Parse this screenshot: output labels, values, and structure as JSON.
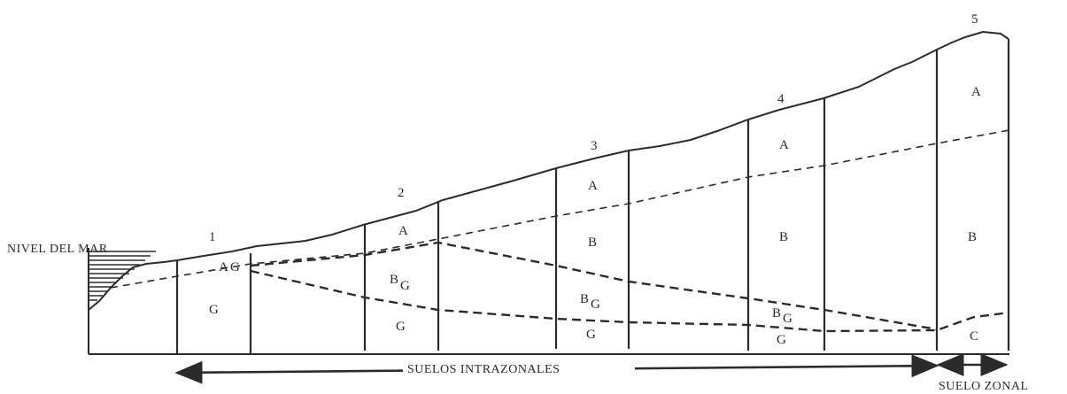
{
  "sea_level_label": "NIVEL DEL MAR",
  "profiles": [
    {
      "number": "1",
      "horizons": [
        "A",
        "G",
        "G"
      ]
    },
    {
      "number": "2",
      "horizons": [
        "A",
        "B",
        "G",
        "G"
      ]
    },
    {
      "number": "3",
      "horizons": [
        "A",
        "B",
        "B",
        "G",
        "G"
      ]
    },
    {
      "number": "4",
      "horizons": [
        "A",
        "B",
        "B",
        "G",
        "G"
      ]
    },
    {
      "number": "5",
      "horizons": [
        "A",
        "B",
        "C"
      ]
    }
  ],
  "ranges": {
    "intrazonal": "SUELOS INTRAZONALES",
    "zonal": "SUELO ZONAL"
  },
  "colors": {
    "ink": "#2b2b2b",
    "paper": "#ffffff"
  }
}
